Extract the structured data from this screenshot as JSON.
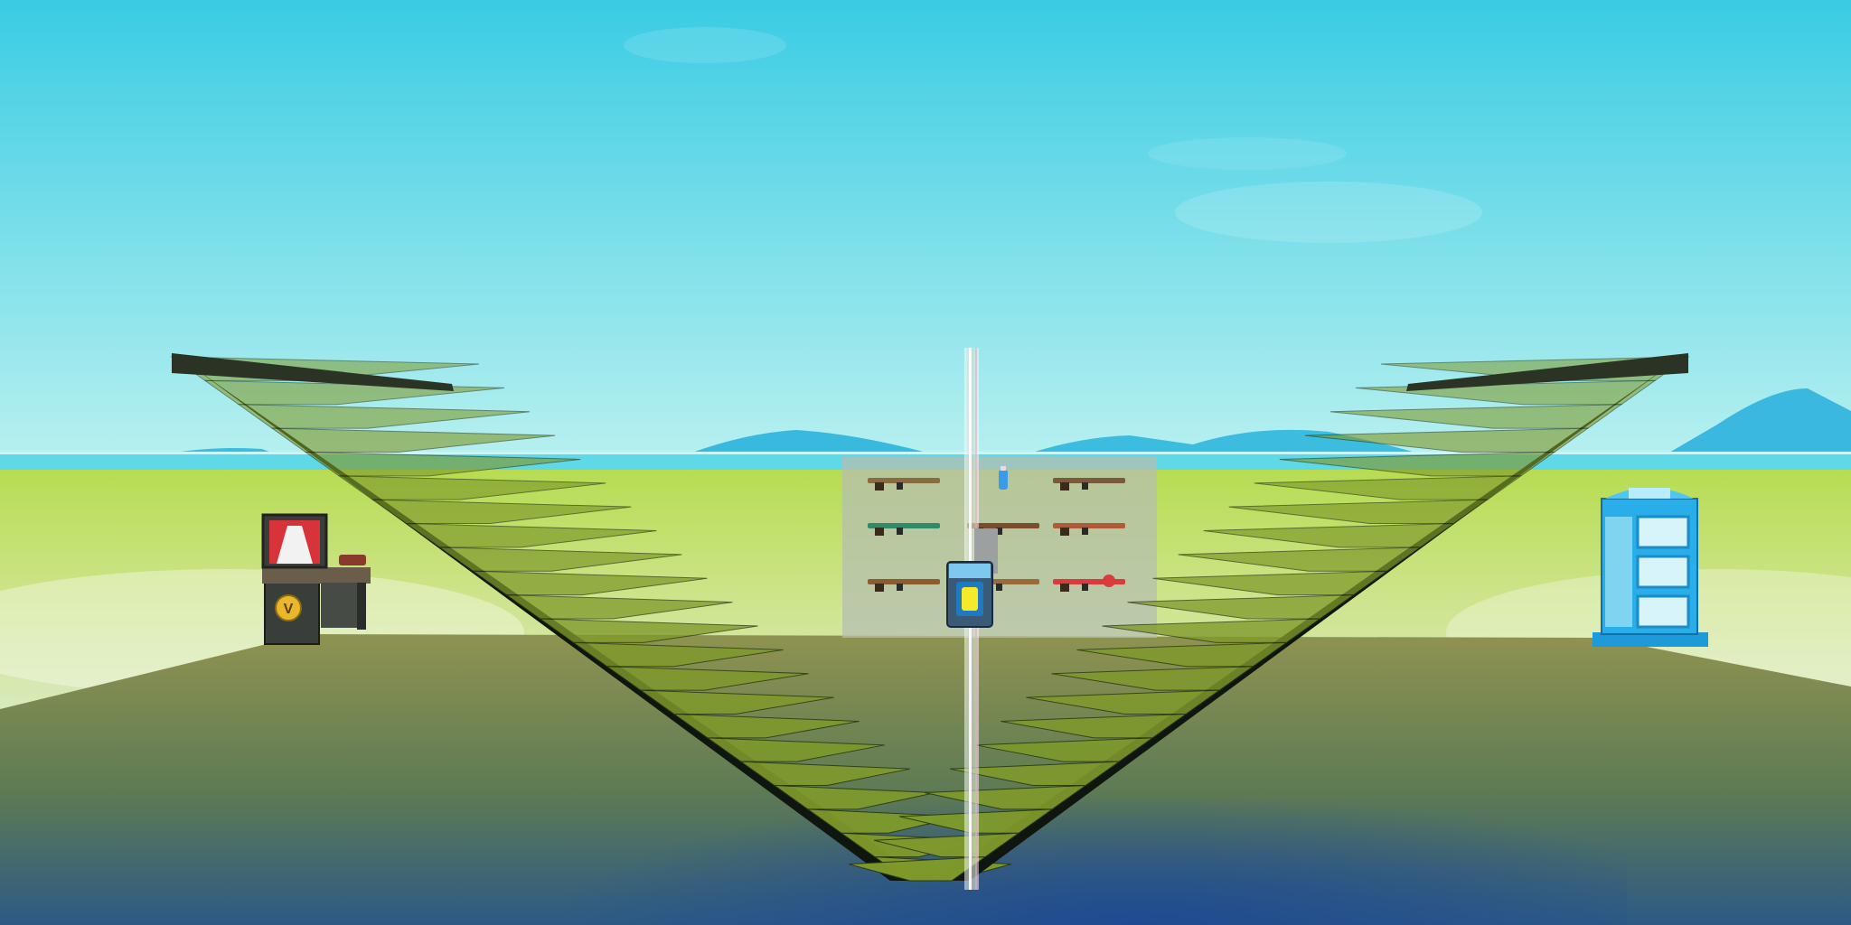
{
  "scene": {
    "type": "3d-game-viewport",
    "environment": "sky-and-grass-island",
    "colors": {
      "sky_top": "#3ccde3",
      "sky_horizon": "#aaeef2",
      "water": "#5fd8e8",
      "mountains": "#3cbde0",
      "grass": "#b9dc55",
      "ground_near": "#7a8240",
      "ground_shadow": "#1f4a85",
      "stair_tread": "#7f9a2b",
      "stair_side": "#0f1610",
      "glass_wall": "#d8e6d0",
      "vending_panel": "#b6bfb0",
      "phone_booth": "#1fa8e0"
    },
    "props": [
      {
        "name": "upgrade-bench",
        "icon": "workbench-icon",
        "emblem": "V"
      },
      {
        "name": "weapon-vending-display",
        "icon": "weapon-rack-icon"
      },
      {
        "name": "loot-capsule",
        "icon": "capsule-icon"
      },
      {
        "name": "phone-booth",
        "icon": "phone-booth-icon"
      }
    ],
    "weapons": [
      {
        "icon": "shotgun-icon",
        "rarity_color": "#8a6a40"
      },
      {
        "icon": "potion-icon",
        "rarity_color": "#3c9be6"
      },
      {
        "icon": "smg-icon",
        "rarity_color": "#7a5a3a"
      },
      {
        "icon": "rifle-icon",
        "rarity_color": "#2f8a6a"
      },
      {
        "icon": "sniper-icon",
        "rarity_color": "#7a4e2c"
      },
      {
        "icon": "assault-rifle-icon",
        "rarity_color": "#b05a3a"
      },
      {
        "icon": "pistol-icon",
        "rarity_color": "#8a5c30"
      },
      {
        "icon": "lever-rifle-icon",
        "rarity_color": "#9a6b3a"
      },
      {
        "icon": "rocket-launcher-icon",
        "rarity_color": "#d93c3c"
      }
    ]
  }
}
